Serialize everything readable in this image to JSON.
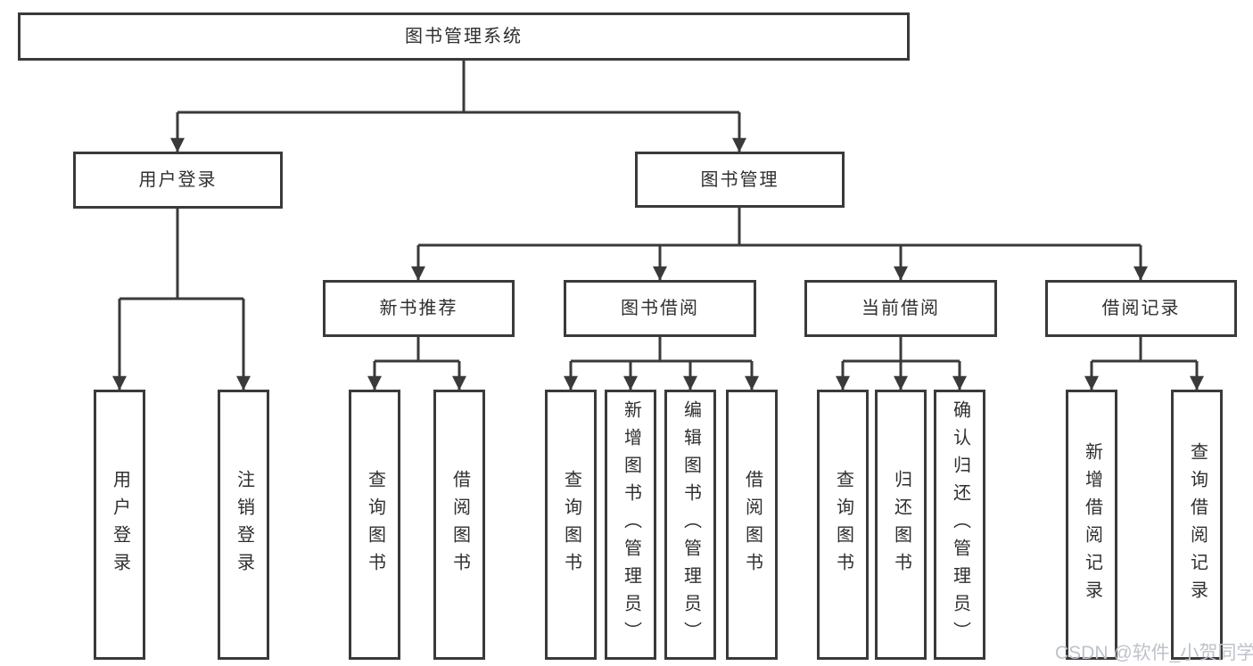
{
  "diagram": {
    "title": "图书管理系统",
    "root": {
      "label": "图书管理系统"
    },
    "level2": [
      {
        "label": "用户登录"
      },
      {
        "label": "图书管理"
      }
    ],
    "level3": [
      {
        "label": "新书推荐",
        "parent": "图书管理"
      },
      {
        "label": "图书借阅",
        "parent": "图书管理"
      },
      {
        "label": "当前借阅",
        "parent": "图书管理"
      },
      {
        "label": "借阅记录",
        "parent": "图书管理"
      }
    ],
    "leaves": [
      {
        "label": "用户登录",
        "parent": "用户登录"
      },
      {
        "label": "注销登录",
        "parent": "用户登录"
      },
      {
        "label": "查询图书",
        "parent": "新书推荐"
      },
      {
        "label": "借阅图书",
        "parent": "新书推荐"
      },
      {
        "label": "查询图书",
        "parent": "图书借阅"
      },
      {
        "label": "新增图书（管理员）",
        "parent": "图书借阅"
      },
      {
        "label": "编辑图书（管理员）",
        "parent": "图书借阅"
      },
      {
        "label": "借阅图书",
        "parent": "图书借阅"
      },
      {
        "label": "查询图书",
        "parent": "当前借阅"
      },
      {
        "label": "归还图书",
        "parent": "当前借阅"
      },
      {
        "label": "确认归还（管理员）",
        "parent": "当前借阅"
      },
      {
        "label": "新增借阅记录",
        "parent": "借阅记录"
      },
      {
        "label": "查询借阅记录",
        "parent": "借阅记录"
      }
    ],
    "colors": {
      "line": "#3a3a3a",
      "text": "#2f2f2f",
      "background": "#ffffff",
      "watermark": "#bdc3cb"
    },
    "watermark": "CSDN @软件_小贺同学"
  }
}
